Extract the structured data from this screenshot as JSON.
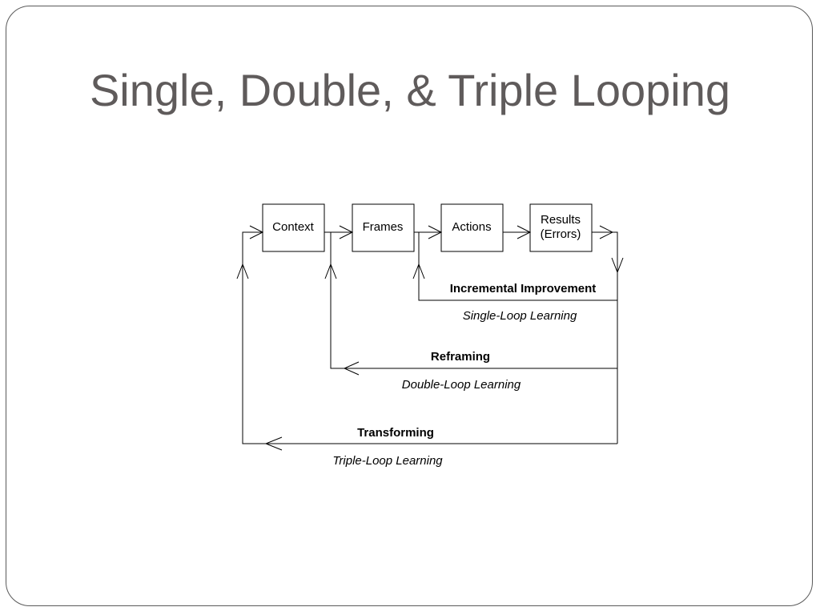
{
  "slide": {
    "title": "Single, Double, & Triple Looping"
  },
  "diagram": {
    "boxes": {
      "context": "Context",
      "frames": "Frames",
      "actions": "Actions",
      "results_line1": "Results",
      "results_line2": "(Errors)"
    },
    "loops": {
      "single": {
        "label": "Incremental Improvement",
        "sublabel": "Single-Loop Learning"
      },
      "double": {
        "label": "Reframing",
        "sublabel": "Double-Loop Learning"
      },
      "triple": {
        "label": "Transforming",
        "sublabel": "Triple-Loop Learning"
      }
    }
  }
}
